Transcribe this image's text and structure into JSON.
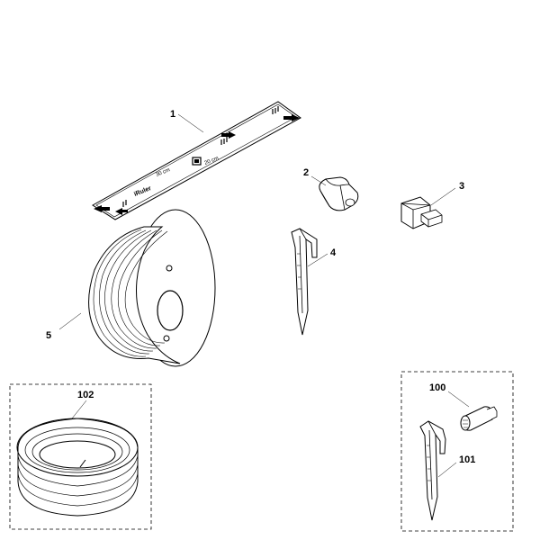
{
  "labels": {
    "p1": "1",
    "p2": "2",
    "p3": "3",
    "p4": "4",
    "p5": "5",
    "p100": "100",
    "p101": "101",
    "p102": "102"
  },
  "ruler": {
    "brand": "iRuler",
    "mark_a": "30 cm",
    "mark_b": "20 cm"
  }
}
